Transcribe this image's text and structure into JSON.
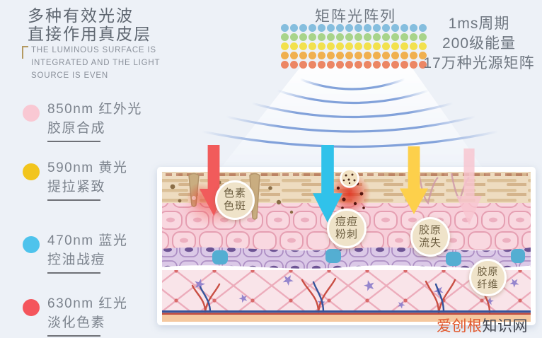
{
  "page": {
    "background": "#edf1f7"
  },
  "header": {
    "title_line1": "多种有效光波",
    "title_line2": "直接作用真皮层",
    "subtitle_line1": "THE LUMINOUS SURFACE IS",
    "subtitle_line2": "INTEGRATED AND THE LIGHT",
    "subtitle_line3": "SOURCE IS EVEN"
  },
  "wavelengths": [
    {
      "dot_color": "#f9c8d3",
      "line1": "850nm 红外光",
      "line2": "胶原合成"
    },
    {
      "dot_color": "#f2c51d",
      "line1": "590nm 黄光",
      "line2": "提拉紧致"
    },
    {
      "dot_color": "#4ec3ec",
      "line1": "470nm 蓝光",
      "line2": "控油战痘"
    },
    {
      "dot_color": "#f4555c",
      "line1": "630nm 红光",
      "line2": "淡化色素"
    }
  ],
  "matrix": {
    "title": "矩阵光阵列",
    "rows": 5,
    "cols": 16,
    "row_colors": [
      "#85bede",
      "#a8d48a",
      "#f2e14d",
      "#f0b04f",
      "#ec8664"
    ]
  },
  "stats": {
    "line1": "1ms周期",
    "line2": "200级能量",
    "line3": "17万种光源矩阵"
  },
  "skin_labels": [
    {
      "line1": "色素",
      "line2": "色斑",
      "arrow_color": "#f15b5b"
    },
    {
      "line1": "痘痘",
      "line2": "粉刺",
      "arrow_color": "#30c2ea"
    },
    {
      "line1": "胶原",
      "line2": "流失",
      "arrow_color": "#fdd04b"
    },
    {
      "line1": "胶原",
      "line2": "纤维",
      "arrow_color": "#f8c5cf"
    }
  ],
  "watermark": {
    "brand": "爱创根",
    "suffix": "知识网",
    "brand_color": "#e2572b",
    "suffix_color": "#41454f"
  }
}
